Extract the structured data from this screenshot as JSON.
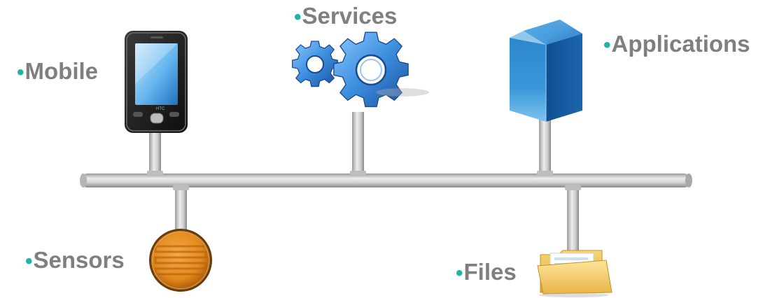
{
  "labels": {
    "mobile": "Mobile",
    "services": "Services",
    "applications": "Applications",
    "sensors": "Sensors",
    "files": "Files"
  },
  "bullet": "•",
  "colors": {
    "bullet": "#1fb5a3",
    "label_text": "#7f7f7f",
    "pipe": "#c9c9c9",
    "pipe_shadow": "#8f8f8f"
  },
  "icons": {
    "mobile": "smartphone-icon",
    "services": "gears-icon",
    "applications": "server-cube-icon",
    "sensors": "sensor-icon",
    "files": "folder-icon"
  }
}
